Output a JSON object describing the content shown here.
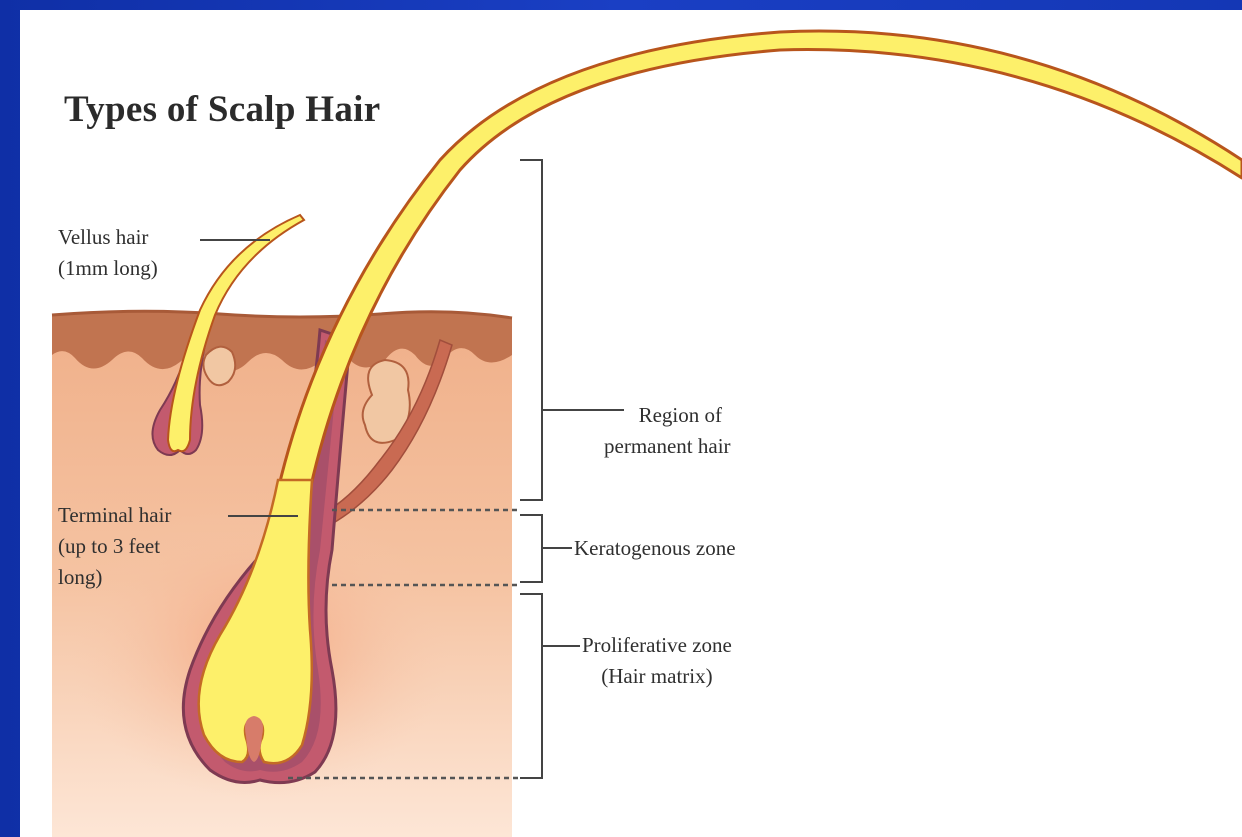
{
  "title": "Types of Scalp Hair",
  "labels": {
    "vellus_name": "Vellus hair",
    "vellus_length": "(1mm long)",
    "terminal_name": "Terminal hair",
    "terminal_length_1": "(up to 3 feet",
    "terminal_length_2": "long)",
    "region_1": "Region of",
    "region_2": "permanent hair",
    "keratogenous": "Keratogenous zone",
    "proliferative_1": "Proliferative zone",
    "proliferative_2": "(Hair matrix)"
  },
  "colors": {
    "background_frame": "#1535b8",
    "panel": "#ffffff",
    "skin": "#efb690",
    "epidermis": "#c0744d",
    "hair_fill": "#fdf06a",
    "hair_outline": "#b8551c",
    "follicle_sheath": "#9b4a68",
    "text": "#2f2f2f"
  }
}
